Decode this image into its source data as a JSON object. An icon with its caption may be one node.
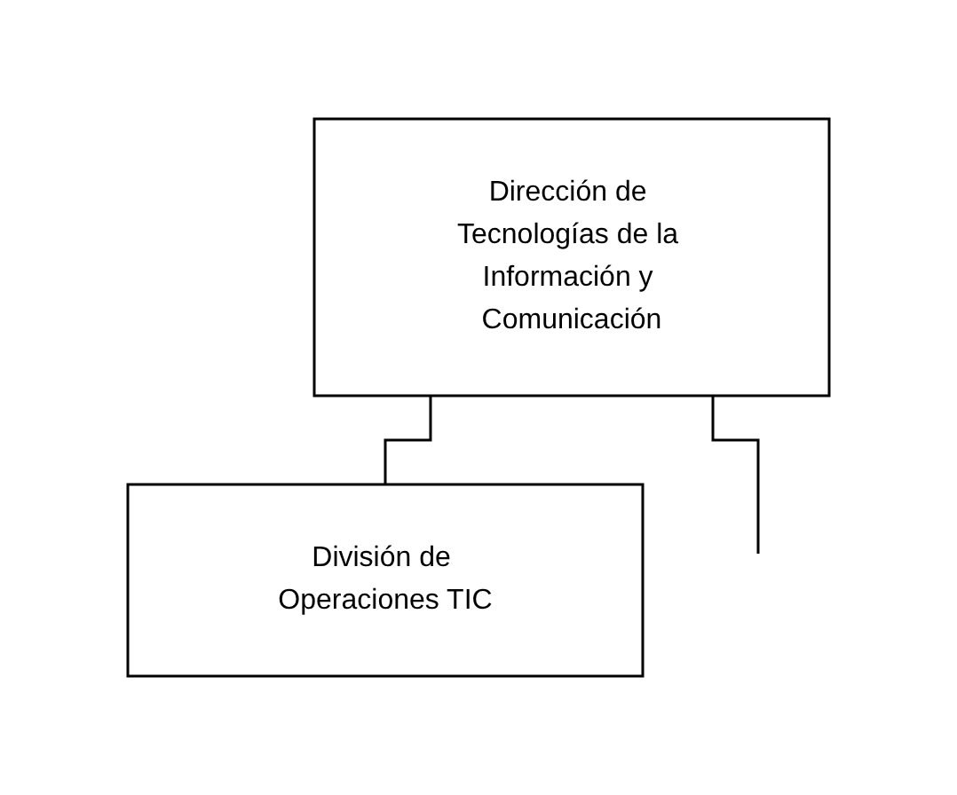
{
  "diagram": {
    "nodes": [
      {
        "text": [
          "Dirección de Tecnologías de la Información y Comunicación"
        ]
      },
      {
        "text": [
          "División de Operaciones TIC"
        ]
      }
    ],
    "edges": [
      {
        "from": 0,
        "to": 1,
        "arrow": "none"
      },
      {
        "from": 0,
        "to": null,
        "arrow": "none"
      }
    ]
  }
}
